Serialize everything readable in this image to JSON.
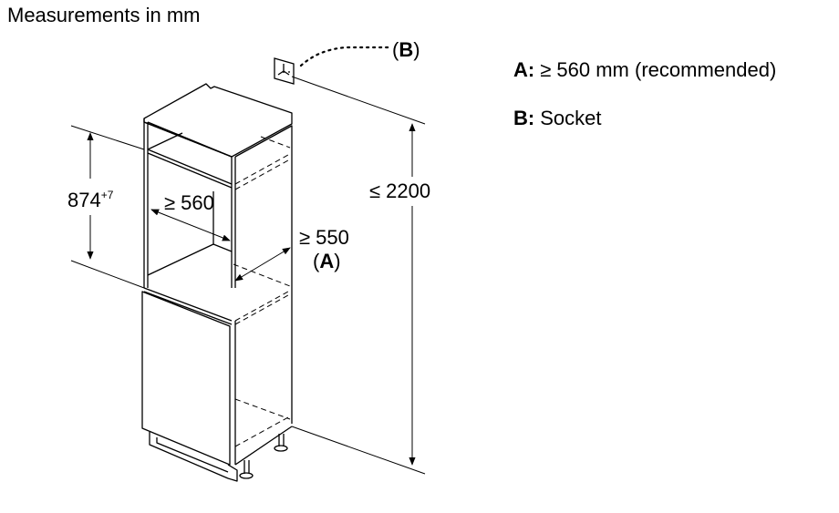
{
  "title": "Measurements in mm",
  "legend": [
    {
      "key": "A:",
      "text": "≥ 560 mm (recommended)"
    },
    {
      "key": "B:",
      "text": "Socket"
    }
  ],
  "dimensions": {
    "niche_height": "874",
    "niche_height_tolerance": "+7",
    "niche_width": "≥ 560",
    "niche_depth": "≥ 550",
    "niche_depth_ref": "A",
    "total_height": "≤ 2200"
  },
  "callouts": {
    "socket": "B"
  },
  "icons": {
    "socket": "socket-icon"
  }
}
